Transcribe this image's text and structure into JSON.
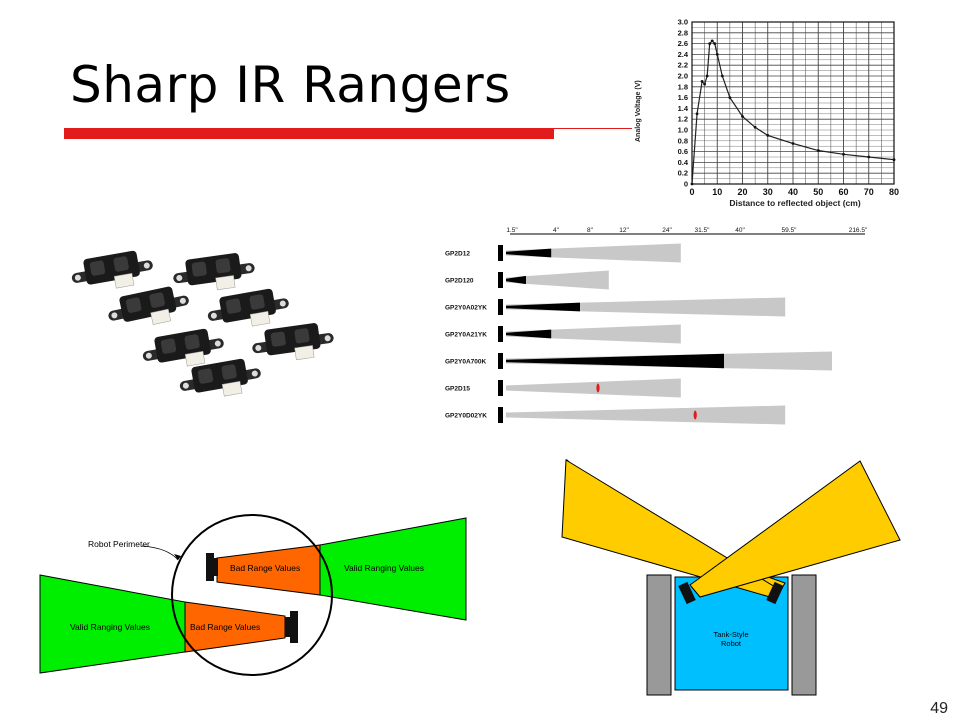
{
  "slide": {
    "title": "Sharp IR Rangers",
    "page_number": "49",
    "accent_color": "#e21b1b"
  },
  "chart_data": {
    "type": "line",
    "ylabel": "Analog Voltage (V)",
    "xlabel": "Distance to reflected object (cm)",
    "x_ticks": [
      "0",
      "10",
      "20",
      "30",
      "40",
      "50",
      "60",
      "70",
      "80"
    ],
    "y_ticks": [
      "0",
      "0.2",
      "0.4",
      "0.6",
      "0.8",
      "1.0",
      "1.2",
      "1.4",
      "1.6",
      "1.8",
      "2.0",
      "2.2",
      "2.4",
      "2.6",
      "2.8",
      "3.0"
    ],
    "xlim": [
      0,
      80
    ],
    "ylim": [
      0,
      3.0
    ],
    "grid": true,
    "series": [
      {
        "x": [
          0,
          2,
          4,
          5,
          6,
          7,
          8,
          9,
          10,
          12,
          15,
          20,
          25,
          30,
          40,
          50,
          60,
          70,
          80
        ],
        "y": [
          0,
          1.3,
          1.9,
          1.85,
          2.0,
          2.6,
          2.65,
          2.6,
          2.4,
          2.0,
          1.6,
          1.25,
          1.05,
          0.9,
          0.75,
          0.62,
          0.55,
          0.5,
          0.45
        ]
      }
    ]
  },
  "range_chart": {
    "tick_labels": [
      "1.5\"",
      "4\"",
      "8\"",
      "12\"",
      "24\"",
      "31.5\"",
      "40\"",
      "59.5\"",
      "216.5\""
    ],
    "sensors": [
      {
        "name": "GP2D12",
        "dead": 0.12,
        "fill": 0.48
      },
      {
        "name": "GP2D120",
        "dead": 0.05,
        "fill": 0.28
      },
      {
        "name": "GP2Y0A02YK",
        "dead": 0.2,
        "fill": 0.77
      },
      {
        "name": "GP2Y0A21YK",
        "dead": 0.12,
        "fill": 0.48
      },
      {
        "name": "GP2Y0A700K",
        "dead": 0.6,
        "fill": 0.9
      },
      {
        "name": "GP2D15",
        "dead": 0,
        "fill": 0.48,
        "mark": 0.25
      },
      {
        "name": "GP2Y0D02YK",
        "dead": 0,
        "fill": 0.77,
        "mark": 0.52
      }
    ]
  },
  "perimeter_diagram": {
    "robot_perimeter_label": "Robot Perimeter",
    "bad_range_label": "Bad Range Values",
    "valid_range_label": "Valid Ranging Values"
  },
  "tank_diagram": {
    "robot_label_line1": "Tank-Style",
    "robot_label_line2": "Robot"
  }
}
